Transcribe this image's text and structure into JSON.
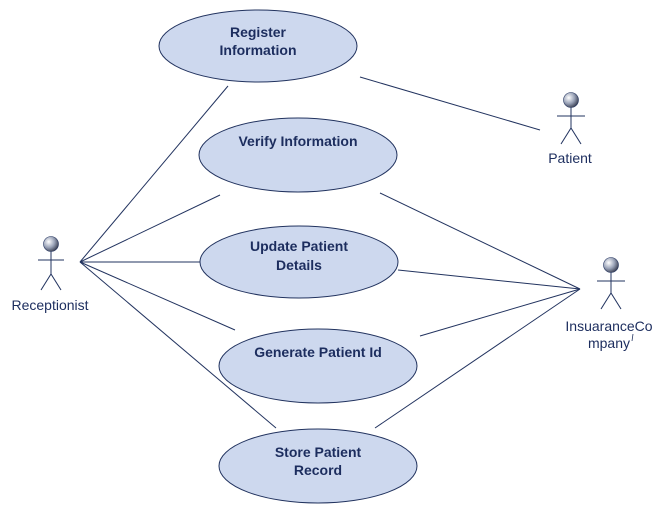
{
  "diagram": {
    "type": "uml-use-case",
    "colors": {
      "usecase_fill": "#cdd8ee",
      "stroke": "#22335f",
      "text": "#1c2d5e",
      "actor_head_light": "#ffffff",
      "actor_head_dark": "#3a3f52"
    },
    "actors": [
      {
        "id": "receptionist",
        "label": "Receptionist"
      },
      {
        "id": "patient",
        "label": "Patient"
      },
      {
        "id": "insurance",
        "label_line1": "InsuaranceCo",
        "label_line2": "mpany"
      }
    ],
    "use_cases": [
      {
        "id": "register",
        "line1": "Register",
        "line2": "Information"
      },
      {
        "id": "verify",
        "line1": "Verify Information",
        "line2": ""
      },
      {
        "id": "update",
        "line1": "Update Patient",
        "line2": "Details"
      },
      {
        "id": "generate",
        "line1": "Generate Patient Id",
        "line2": ""
      },
      {
        "id": "store",
        "line1": "Store Patient",
        "line2": "Record"
      }
    ],
    "associations": [
      {
        "from": "receptionist",
        "to": "register"
      },
      {
        "from": "receptionist",
        "to": "verify"
      },
      {
        "from": "receptionist",
        "to": "update"
      },
      {
        "from": "receptionist",
        "to": "generate"
      },
      {
        "from": "receptionist",
        "to": "store"
      },
      {
        "from": "patient",
        "to": "register"
      },
      {
        "from": "insurance",
        "to": "verify"
      },
      {
        "from": "insurance",
        "to": "update"
      },
      {
        "from": "insurance",
        "to": "generate"
      },
      {
        "from": "insurance",
        "to": "store"
      }
    ]
  }
}
